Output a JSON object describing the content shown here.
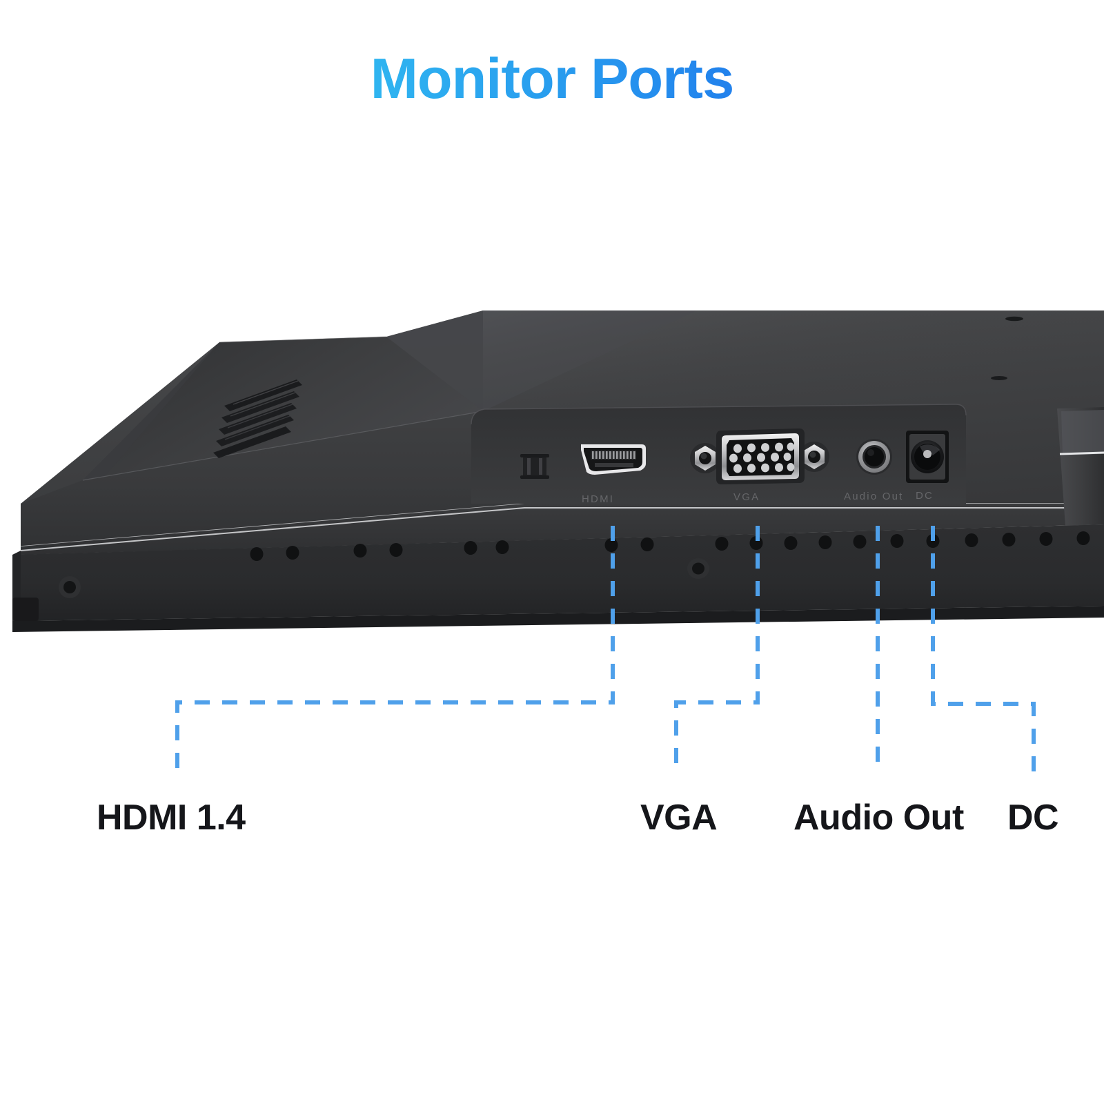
{
  "page": {
    "title": "Monitor Ports",
    "background_color": "#ffffff",
    "title_gradient_start": "#3DDFF5",
    "title_gradient_end": "#1654E8",
    "leader_line_color": "#4FA0EA",
    "label_color": "#15161a"
  },
  "device": {
    "name": "monitor-rear-bottom-view",
    "body_color": "#3a3b3d",
    "bezel_color": "#2b2c2e"
  },
  "etched_labels": [
    {
      "id": "hdmi",
      "text": "HDMI"
    },
    {
      "id": "vga",
      "text": "VGA"
    },
    {
      "id": "audio-out",
      "text": "Audio Out"
    },
    {
      "id": "dc",
      "text": "DC"
    }
  ],
  "callouts": [
    {
      "id": "hdmi",
      "label": "HDMI 1.4",
      "port": "hdmi-port"
    },
    {
      "id": "vga",
      "label": "VGA",
      "port": "vga-port"
    },
    {
      "id": "audio-out",
      "label": "Audio Out",
      "port": "audio-out-port"
    },
    {
      "id": "dc",
      "label": "DC",
      "port": "dc-power-port"
    }
  ],
  "ports": [
    {
      "id": "security-lock",
      "type": "kensington-lock-slot"
    },
    {
      "id": "hdmi-port",
      "type": "hdmi"
    },
    {
      "id": "vga-port",
      "type": "vga-db15",
      "pins": 15
    },
    {
      "id": "audio-out-port",
      "type": "audio-jack-3.5mm"
    },
    {
      "id": "dc-power-port",
      "type": "dc-barrel-jack"
    }
  ]
}
